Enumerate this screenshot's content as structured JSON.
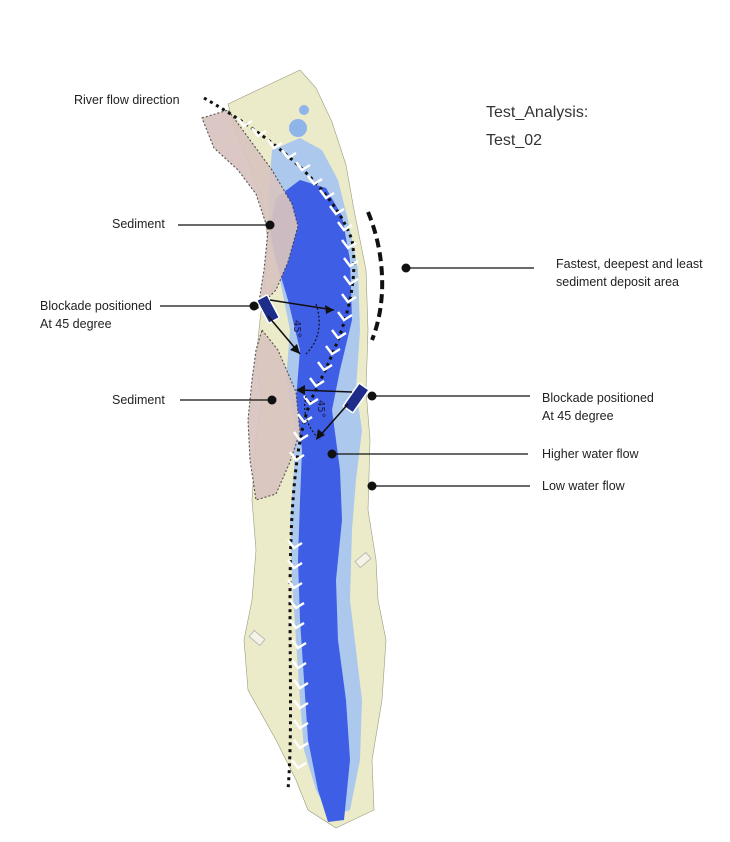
{
  "title": {
    "line1": "Test_Analysis:",
    "line2": "Test_02"
  },
  "labels": {
    "river_flow": "River flow direction",
    "sediment_top": "Sediment",
    "sediment_bottom": "Sediment",
    "blockade_left_line1": "Blockade positioned",
    "blockade_left_line2": "At 45 degree",
    "blockade_right_line1": "Blockade positioned",
    "blockade_right_line2": "At 45 degree",
    "fastest_line1": "Fastest, deepest and least",
    "fastest_line2": "sediment deposit area",
    "higher_flow": "Higher water flow",
    "low_flow": "Low water flow"
  },
  "angles": {
    "upper": "45°",
    "lower": "45°"
  },
  "colors": {
    "riverbed": "#ecebc9",
    "shallow_water": "#a9c6ef",
    "deep_water": "#3f5ee6",
    "sediment": "#d8c4c0",
    "blockade": "#1f2d8a",
    "marker": "#111111"
  }
}
